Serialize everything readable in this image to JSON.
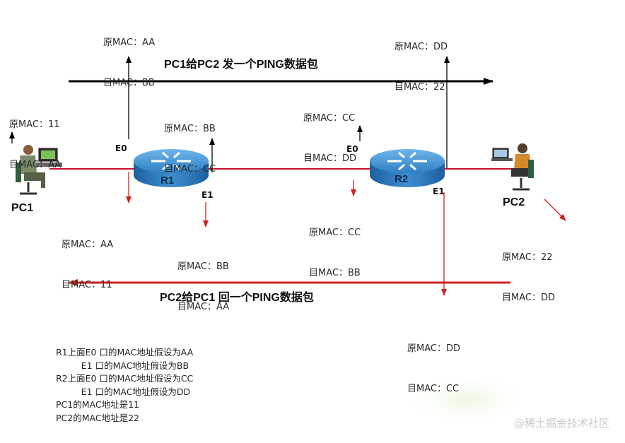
{
  "titles": {
    "forward": "PC1给PC2 发一个PING数据包",
    "reply": "PC2给PC1 回一个PING数据包"
  },
  "hosts": {
    "pc1": "PC1",
    "pc2": "PC2"
  },
  "routers": {
    "r1": "R1",
    "r2": "R2"
  },
  "ports": {
    "r1_e0": "E0",
    "r1_e1": "E1",
    "r2_e0": "E0",
    "r2_e1": "E1"
  },
  "forward_frames": {
    "pc1_out": [
      "原MAC：11",
      "目MAC：AA"
    ],
    "r1_e0_in": [
      "原MAC：AA",
      "目MAC：BB"
    ],
    "r1_e1_out": [
      "原MAC：BB",
      "目MAC：CC"
    ],
    "r2_e0_in": [
      "原MAC：CC",
      "目MAC：DD"
    ],
    "r2_e1_out": [
      "原MAC：DD",
      "目MAC：22"
    ]
  },
  "reply_frames": {
    "pc2_out": [
      "原MAC：22",
      "目MAC：DD"
    ],
    "r2_e1_in": [
      "原MAC：DD",
      "目MAC：CC"
    ],
    "r2_e0_out": [
      "原MAC：CC",
      "目MAC：BB"
    ],
    "r1_e1_in": [
      "原MAC：BB",
      "目MAC：AA"
    ],
    "r1_e0_out": [
      "原MAC：AA",
      "目MAC：11"
    ]
  },
  "notes": [
    "R1上面E0 口的MAC地址假设为AA",
    "         E1 口的MAC地址假设为BB",
    "R2上面E0 口的MAC地址假设为CC",
    "         E1 口的MAC地址假设为DD",
    "PC1的MAC地址是11",
    "PC2的MAC地址是22"
  ],
  "watermark": "@稀土掘金技术社区",
  "colors": {
    "link": "#c8102e",
    "reply_arrow": "#d42020",
    "forward_arrow": "#000000",
    "router_blue": "#3b8fd3"
  },
  "icons": [
    "router-icon",
    "user-at-computer-icon"
  ]
}
